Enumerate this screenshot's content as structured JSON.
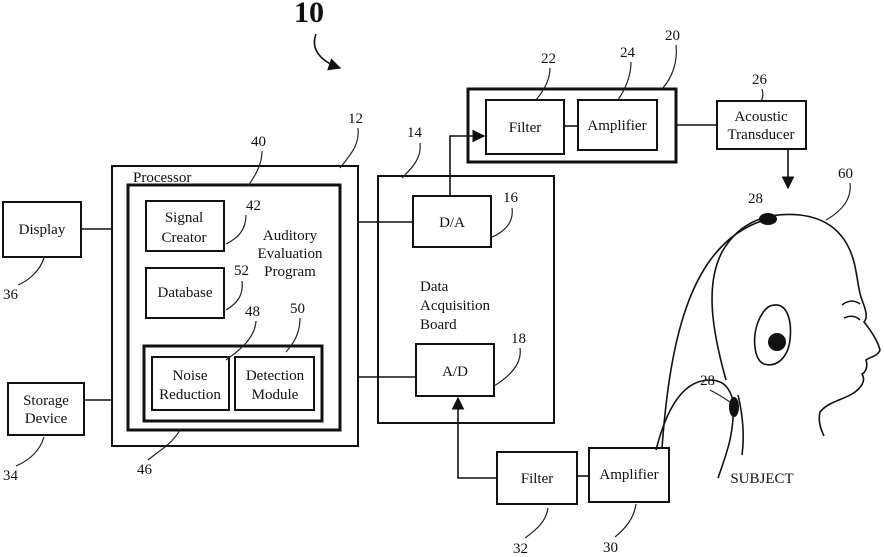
{
  "figure_number": "10",
  "blocks": {
    "display": "Display",
    "storage_device": [
      "Storage",
      "Device"
    ],
    "processor": "Processor",
    "signal_creator": [
      "Signal",
      "Creator"
    ],
    "auditory_program": [
      "Auditory",
      "Evaluation",
      "Program"
    ],
    "database": "Database",
    "noise_reduction": [
      "Noise",
      "Reduction"
    ],
    "detection_module": [
      "Detection",
      "Module"
    ],
    "daq_board": [
      "Data",
      "Acquisition",
      "Board"
    ],
    "da": "D/A",
    "ad": "A/D",
    "filter_top": "Filter",
    "amplifier_top": "Amplifier",
    "acoustic_transducer": [
      "Acoustic",
      "Transducer"
    ],
    "filter_bottom": "Filter",
    "amplifier_bottom": "Amplifier",
    "subject": "SUBJECT"
  },
  "refs": {
    "r10": "10",
    "r12": "12",
    "r14": "14",
    "r16": "16",
    "r18": "18",
    "r20": "20",
    "r22": "22",
    "r24": "24",
    "r26": "26",
    "r28a": "28",
    "r28b": "28",
    "r30": "30",
    "r32": "32",
    "r34": "34",
    "r36": "36",
    "r40": "40",
    "r42": "42",
    "r46": "46",
    "r48": "48",
    "r50": "50",
    "r52": "52",
    "r60": "60"
  }
}
